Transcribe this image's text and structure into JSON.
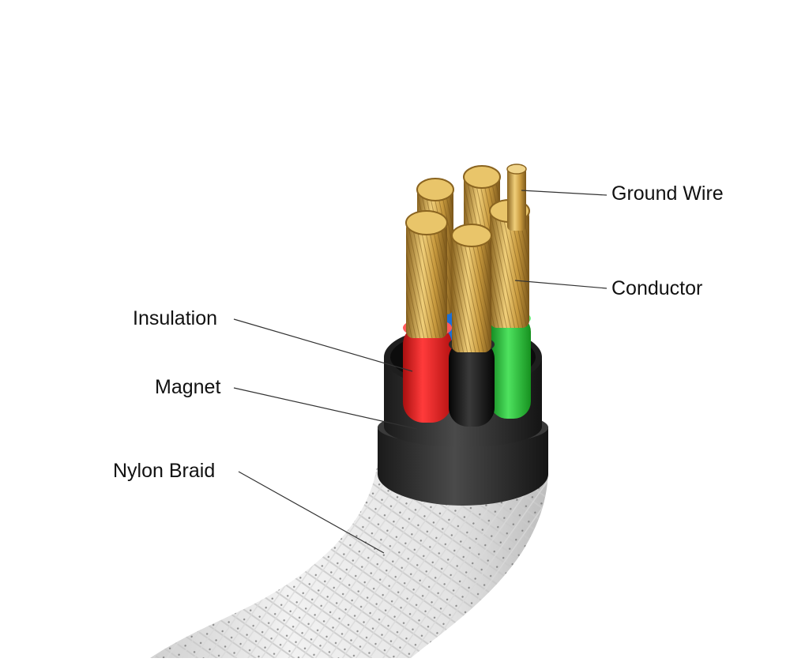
{
  "labels": {
    "ground_wire": "Ground Wire",
    "conductor": "Conductor",
    "insulation": "Insulation",
    "magnet": "Magnet",
    "nylon_braid": "Nylon Braid"
  },
  "colors": {
    "background": "#ffffff",
    "braid": "#e6e6e6",
    "magnet_ring": "#2b2b2b",
    "insulation_red": "#e21b1b",
    "insulation_black": "#111111",
    "insulation_green": "#22c23a",
    "insulation_blue": "#1c6fd6",
    "copper": "#c9a14a",
    "leader_line": "#333333",
    "label_text": "#111111"
  }
}
